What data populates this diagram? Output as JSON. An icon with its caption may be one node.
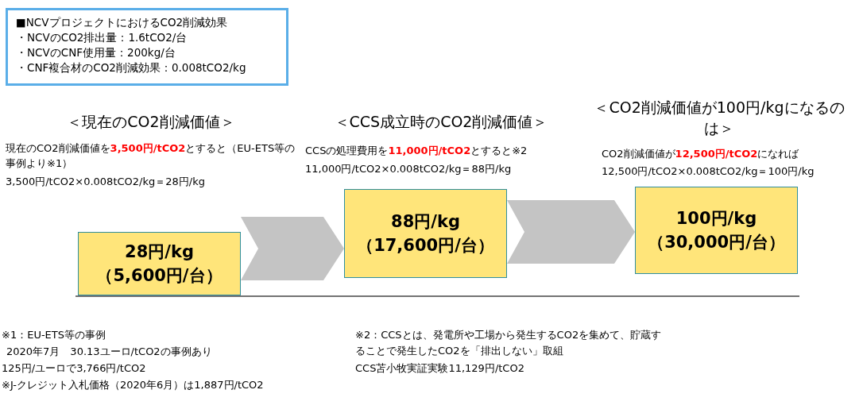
{
  "diagram": {
    "nodes": [
      {
        "text": [
          "■NCVプロジェクトにおけるCO2削減効果",
          "・NCVのCO2排出量：1.6tCO2/台",
          "・NCVのCNF使用量：200kg/台",
          "・CNF複合材のCO2削減効果：0.008tCO2/kg"
        ]
      },
      {
        "text": [
          "28円/kg",
          "（5,600円/台）"
        ],
        "beside": [
          "＜現在のCO2削減価値＞",
          "現在のCO2削減価値を**3,500円/tCO2**とすると（EU-ETS等の事例より※1）",
          "3,500円/tCO2×0.008tCO2/kg＝28円/kg"
        ]
      },
      {
        "text": [
          "88円/kg",
          "（17,600円/台）"
        ],
        "beside": [
          "＜CCS成立時のCO2削減価値＞",
          "CCSの処理費用を**11,000円/tCO2**とすると※2",
          "11,000円/tCO2×0.008tCO2/kg＝88円/kg"
        ]
      },
      {
        "text": [
          "100円/kg",
          "（30,000円/台）"
        ],
        "beside": [
          "＜CO2削減価値が100円/kgになるのは＞",
          "CO2削減価値が**12,500円/tCO2**になれば",
          "12,500円/tCO2×0.008tCO2/kg＝100円/kg"
        ]
      }
    ],
    "edges": [
      {
        "from": 1,
        "to": 2,
        "arrow": "to"
      },
      {
        "from": 2,
        "to": 3,
        "arrow": "to"
      }
    ],
    "labels": [
      "※1：EU-ETS等の事例",
      "2020年7月　30.13ユーロ/tCO2の事例あり",
      "125円/ユーロで3,766円/tCO2",
      "※J-クレジット入札価格（2020年6月）は1,887円/tCO2",
      "※2：CCSとは、発電所や工場から発生するCO2を集めて、貯蔵することで発生したCO2を「排出しない」取組",
      "CCS苫小牧実証実験11,129円/tCO2"
    ]
  }
}
